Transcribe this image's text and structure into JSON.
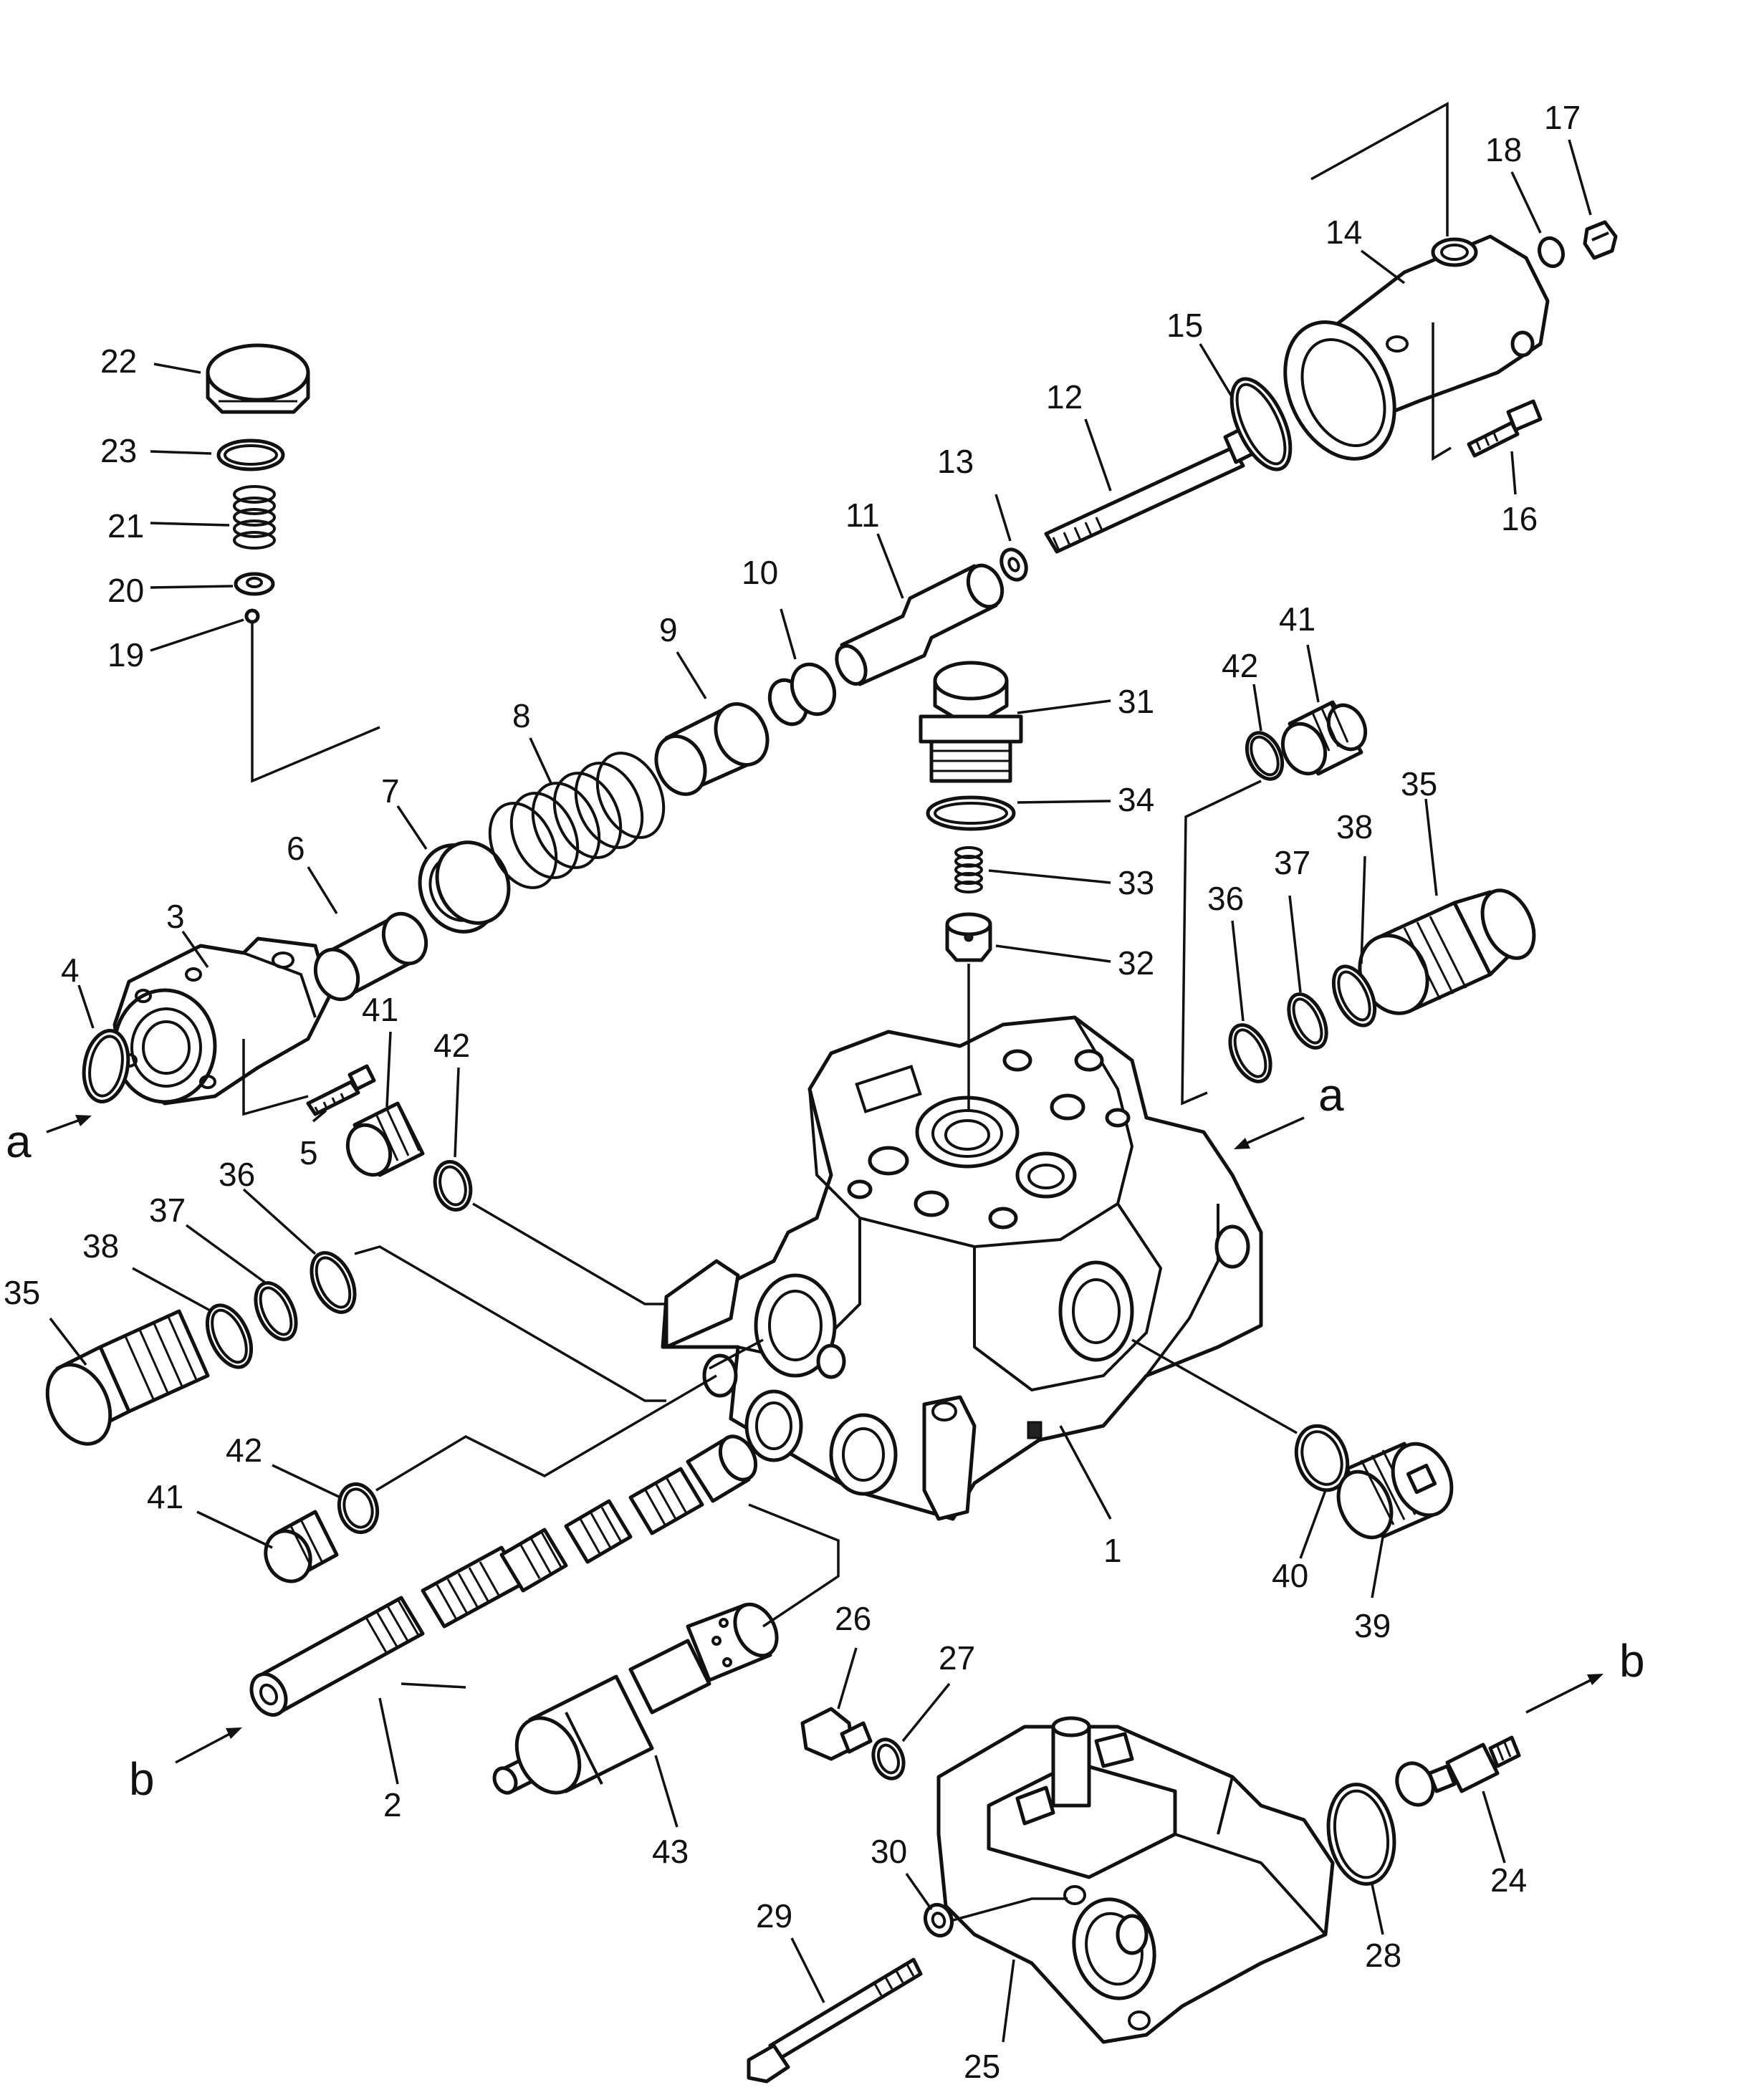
{
  "labels": {
    "p1": "1",
    "p2": "2",
    "p3": "3",
    "p4": "4",
    "p5": "5",
    "p6": "6",
    "p7": "7",
    "p8": "8",
    "p9": "9",
    "p10": "10",
    "p11": "11",
    "p12": "12",
    "p13": "13",
    "p14": "14",
    "p15": "15",
    "p16": "16",
    "p17": "17",
    "p18": "18",
    "p19": "19",
    "p20": "20",
    "p21": "21",
    "p22": "22",
    "p23": "23",
    "p24": "24",
    "p25": "25",
    "p26": "26",
    "p27": "27",
    "p28": "28",
    "p29": "29",
    "p30": "30",
    "p31": "31",
    "p32": "32",
    "p33": "33",
    "p34": "34",
    "p35_left": "35",
    "p35_right": "35",
    "p36_left": "36",
    "p36_right": "36",
    "p37_left": "37",
    "p37_right": "37",
    "p38_left": "38",
    "p38_right": "38",
    "p39": "39",
    "p40": "40",
    "p41_top": "41",
    "p41_mid": "41",
    "p41_low": "41",
    "p42_top": "42",
    "p42_mid": "42",
    "p42_low": "42",
    "p43": "43"
  },
  "ref_letters": {
    "a_left": "a",
    "a_right": "a",
    "b_left": "b",
    "b_right": "b"
  }
}
